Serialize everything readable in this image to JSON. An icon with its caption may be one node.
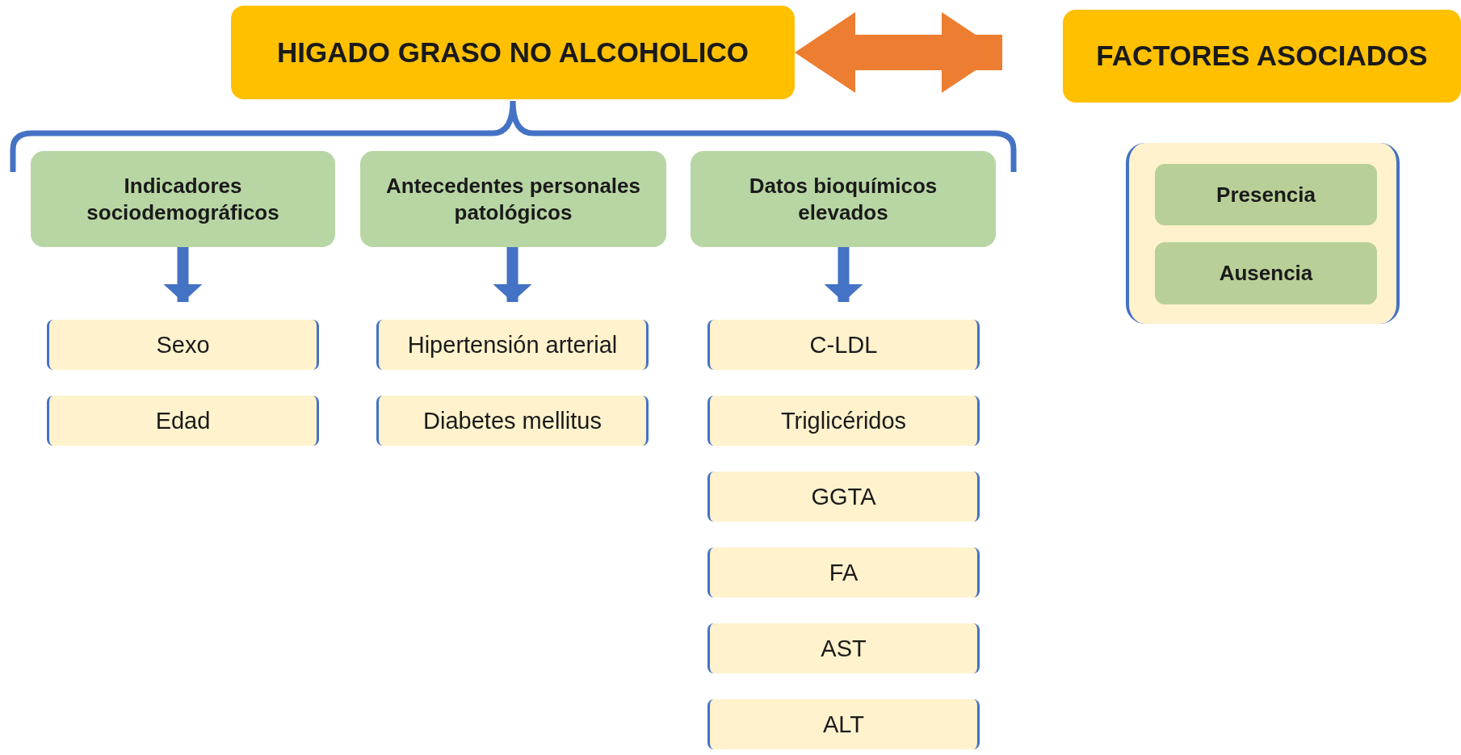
{
  "diagram": {
    "nodes": [
      {
        "text": [
          "HIGADO GRASO NO ALCOHOLICO"
        ]
      },
      {
        "text": [
          "FACTORES ASOCIADOS"
        ]
      },
      {
        "text": [
          "Indicadores sociodemográficos"
        ]
      },
      {
        "text": [
          "Antecedentes personales patológicos"
        ]
      },
      {
        "text": [
          "Datos bioquímicos elevados"
        ]
      },
      {
        "text": [
          "Sexo"
        ]
      },
      {
        "text": [
          "Edad"
        ]
      },
      {
        "text": [
          "Hipertensión arterial"
        ]
      },
      {
        "text": [
          "Diabetes mellitus"
        ]
      },
      {
        "text": [
          "C-LDL"
        ]
      },
      {
        "text": [
          "Triglicéridos"
        ]
      },
      {
        "text": [
          "GGTA"
        ]
      },
      {
        "text": [
          "FA"
        ]
      },
      {
        "text": [
          "AST"
        ]
      },
      {
        "text": [
          "ALT"
        ]
      },
      {
        "text": [],
        "shape": "box"
      },
      {
        "text": [
          "Presencia"
        ],
        "in": 15
      },
      {
        "text": [
          "Ausencia"
        ],
        "in": 15
      }
    ],
    "edges": [
      {
        "from": 0,
        "to": 1,
        "arrow": "both",
        "style": "thick",
        "color": "#ed7d31"
      },
      {
        "from": 2,
        "to": 5,
        "arrow": "to"
      },
      {
        "from": 3,
        "to": 7,
        "arrow": "to"
      },
      {
        "from": 4,
        "to": 9,
        "arrow": "to"
      }
    ]
  }
}
